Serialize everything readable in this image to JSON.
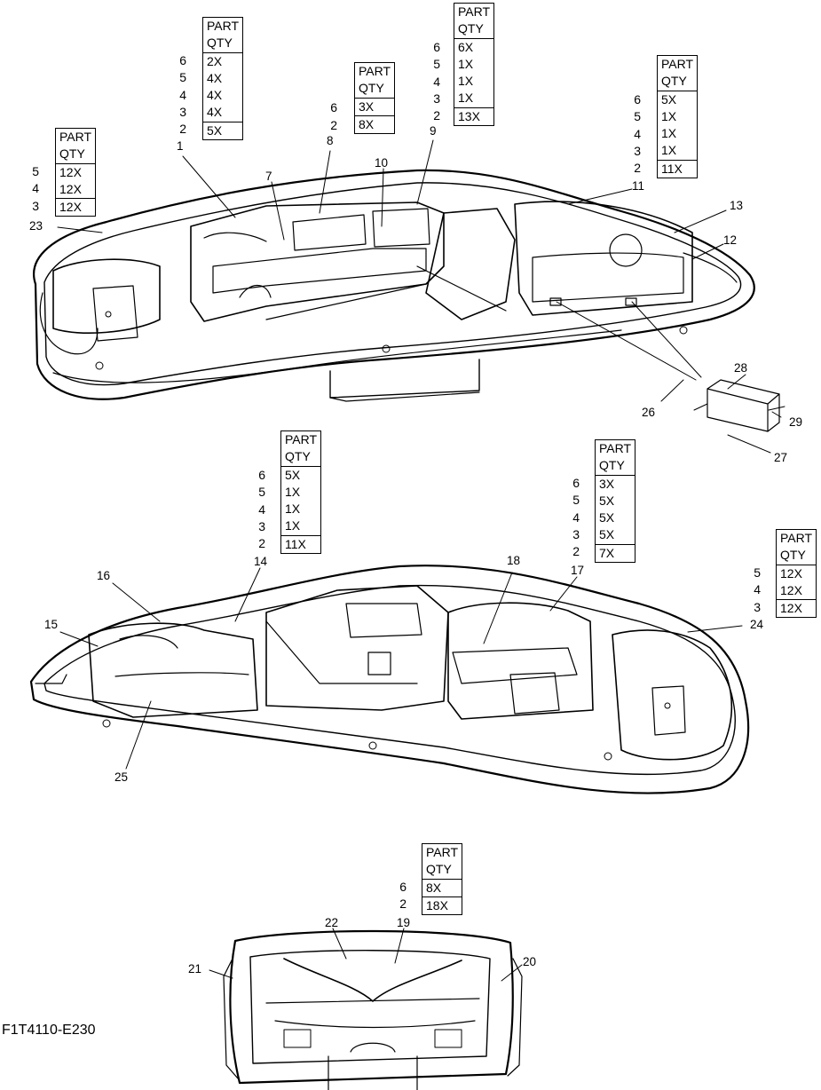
{
  "drawing_code": "F1T4110-E230",
  "tables": [
    {
      "id": "t1",
      "header": [
        "PART",
        "QTY"
      ],
      "rows": [
        {
          "part": "5",
          "qty": "12X"
        },
        {
          "part": "4",
          "qty": "12X"
        },
        {
          "part": "3",
          "qty": "12X"
        }
      ]
    },
    {
      "id": "t2",
      "header": [
        "PART",
        "QTY"
      ],
      "rows": [
        {
          "part": "6",
          "qty": "2X"
        },
        {
          "part": "5",
          "qty": "4X"
        },
        {
          "part": "4",
          "qty": "4X"
        },
        {
          "part": "3",
          "qty": "4X"
        },
        {
          "part": "2",
          "qty": "5X"
        }
      ]
    },
    {
      "id": "t3",
      "header": [
        "PART",
        "QTY"
      ],
      "rows": [
        {
          "part": "6",
          "qty": "3X"
        },
        {
          "part": "2",
          "qty": "8X"
        }
      ]
    },
    {
      "id": "t4",
      "header": [
        "PART",
        "QTY"
      ],
      "rows": [
        {
          "part": "6",
          "qty": "6X"
        },
        {
          "part": "5",
          "qty": "1X"
        },
        {
          "part": "4",
          "qty": "1X"
        },
        {
          "part": "3",
          "qty": "1X"
        },
        {
          "part": "2",
          "qty": "13X"
        }
      ]
    },
    {
      "id": "t5",
      "header": [
        "PART",
        "QTY"
      ],
      "rows": [
        {
          "part": "6",
          "qty": "5X"
        },
        {
          "part": "5",
          "qty": "1X"
        },
        {
          "part": "4",
          "qty": "1X"
        },
        {
          "part": "3",
          "qty": "1X"
        },
        {
          "part": "2",
          "qty": "11X"
        }
      ]
    },
    {
      "id": "t6",
      "header": [
        "PART",
        "QTY"
      ],
      "rows": [
        {
          "part": "6",
          "qty": "5X"
        },
        {
          "part": "5",
          "qty": "1X"
        },
        {
          "part": "4",
          "qty": "1X"
        },
        {
          "part": "3",
          "qty": "1X"
        },
        {
          "part": "2",
          "qty": "11X"
        }
      ]
    },
    {
      "id": "t7",
      "header": [
        "PART",
        "QTY"
      ],
      "rows": [
        {
          "part": "6",
          "qty": "3X"
        },
        {
          "part": "5",
          "qty": "5X"
        },
        {
          "part": "4",
          "qty": "5X"
        },
        {
          "part": "3",
          "qty": "5X"
        },
        {
          "part": "2",
          "qty": "7X"
        }
      ]
    },
    {
      "id": "t8",
      "header": [
        "PART",
        "QTY"
      ],
      "rows": [
        {
          "part": "5",
          "qty": "12X"
        },
        {
          "part": "4",
          "qty": "12X"
        },
        {
          "part": "3",
          "qty": "12X"
        }
      ]
    },
    {
      "id": "t9",
      "header": [
        "PART",
        "QTY"
      ],
      "rows": [
        {
          "part": "6",
          "qty": "8X"
        },
        {
          "part": "2",
          "qty": "18X"
        }
      ]
    }
  ],
  "callouts": {
    "top": [
      "1",
      "7",
      "8",
      "10",
      "9",
      "11",
      "13",
      "12",
      "23",
      "28",
      "29",
      "27",
      "26"
    ],
    "middle": [
      "16",
      "14",
      "15",
      "18",
      "17",
      "24",
      "25"
    ],
    "bottom": [
      "22",
      "19",
      "21",
      "20"
    ]
  }
}
